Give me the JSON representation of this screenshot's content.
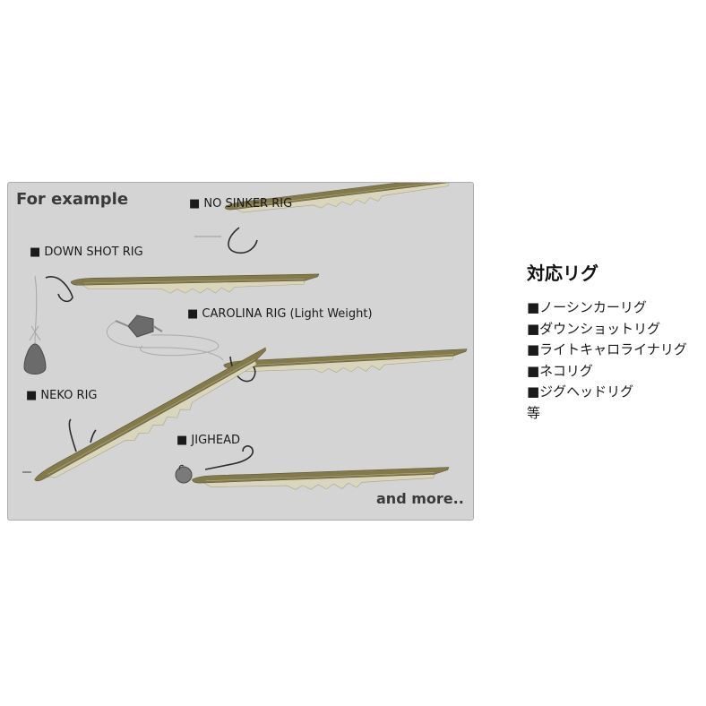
{
  "panel": {
    "title": "For example",
    "more": "and more..",
    "rigs": [
      {
        "id": "no-sinker",
        "label": "■ NO SINKER RIG"
      },
      {
        "id": "down-shot",
        "label": "■ DOWN SHOT RIG"
      },
      {
        "id": "carolina",
        "label": "■ CAROLINA RIG (Light Weight)"
      },
      {
        "id": "neko",
        "label": "■ NEKO RIG"
      },
      {
        "id": "jighead",
        "label": "■ JIGHEAD"
      }
    ]
  },
  "side": {
    "title": "対応リグ",
    "items": [
      "■ノーシンカーリグ",
      "■ダウンショットリグ",
      "■ライトキャロライナリグ",
      "■ネコリグ",
      "■ジグヘッドリグ"
    ],
    "etc": "等"
  },
  "colors": {
    "panel_bg": "#d4d4d4",
    "bait_back": "#837a4c",
    "bait_belly": "#d9d6bd",
    "sinker": "#6b6b6b"
  },
  "icons": [
    "worm-bait-icon",
    "hook-icon",
    "sinker-icon",
    "jighead-icon",
    "line-icon"
  ]
}
